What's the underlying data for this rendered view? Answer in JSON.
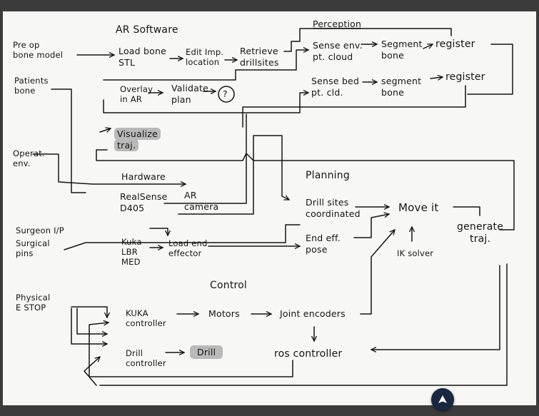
{
  "inputs": {
    "preop": [
      "Pre op",
      "bone model"
    ],
    "patients_bone": [
      "Patients",
      "bone"
    ],
    "operat_env": [
      "Operat.",
      "env."
    ],
    "surgeon": "Surgeon I/P",
    "surgical_pins": [
      "Surgical",
      "pins"
    ],
    "physical_estop": [
      "Physical",
      "E STOP"
    ]
  },
  "ar_software": {
    "title": "AR Software",
    "load_bone": [
      "Load bone",
      "STL"
    ],
    "edit_location": [
      "Edit Imp.",
      "location"
    ],
    "retrieve_drillsites": [
      "Retrieve",
      "drillsites"
    ],
    "overlay_ar": [
      "Overlay",
      "in AR"
    ],
    "validate_plan": [
      "Validate",
      "plan"
    ],
    "question": "?",
    "visualize_traj": [
      "Visualize",
      "traj."
    ]
  },
  "perception": {
    "title": "Perception",
    "sense_env": [
      "Sense env.",
      "pt. cloud"
    ],
    "segment_bone_1": [
      "Segment",
      "bone"
    ],
    "register_1": "register",
    "sense_bed": [
      "Sense bed",
      "pt. cld."
    ],
    "segment_bone_2": [
      "segment",
      "bone"
    ],
    "register_2": "register"
  },
  "hardware": {
    "title": "Hardware",
    "realsense": [
      "RealSense",
      "D405"
    ],
    "ar_camera": [
      "AR",
      "camera"
    ],
    "kuka_lbr": [
      "Kuka",
      "LBR",
      "MED"
    ],
    "load_end_effector": [
      "Load end",
      "effector"
    ]
  },
  "planning": {
    "title": "Planning",
    "drill_sites": [
      "Drill sites",
      "coordinated"
    ],
    "end_eff_pose": [
      "End eff.",
      "pose"
    ],
    "move_it": "Move it",
    "ik_solver": "IK solver",
    "generate_traj": [
      "generate",
      "traj."
    ]
  },
  "control": {
    "title": "Control",
    "kuka_controller": [
      "KUKA",
      "controller"
    ],
    "motors": "Motors",
    "joint_encoders": "Joint encoders",
    "drill_controller": [
      "Drill",
      "controller"
    ],
    "drill": "Drill",
    "ros_controller": "ros controller"
  },
  "ui": {
    "fab_icon": "navigation-icon"
  }
}
